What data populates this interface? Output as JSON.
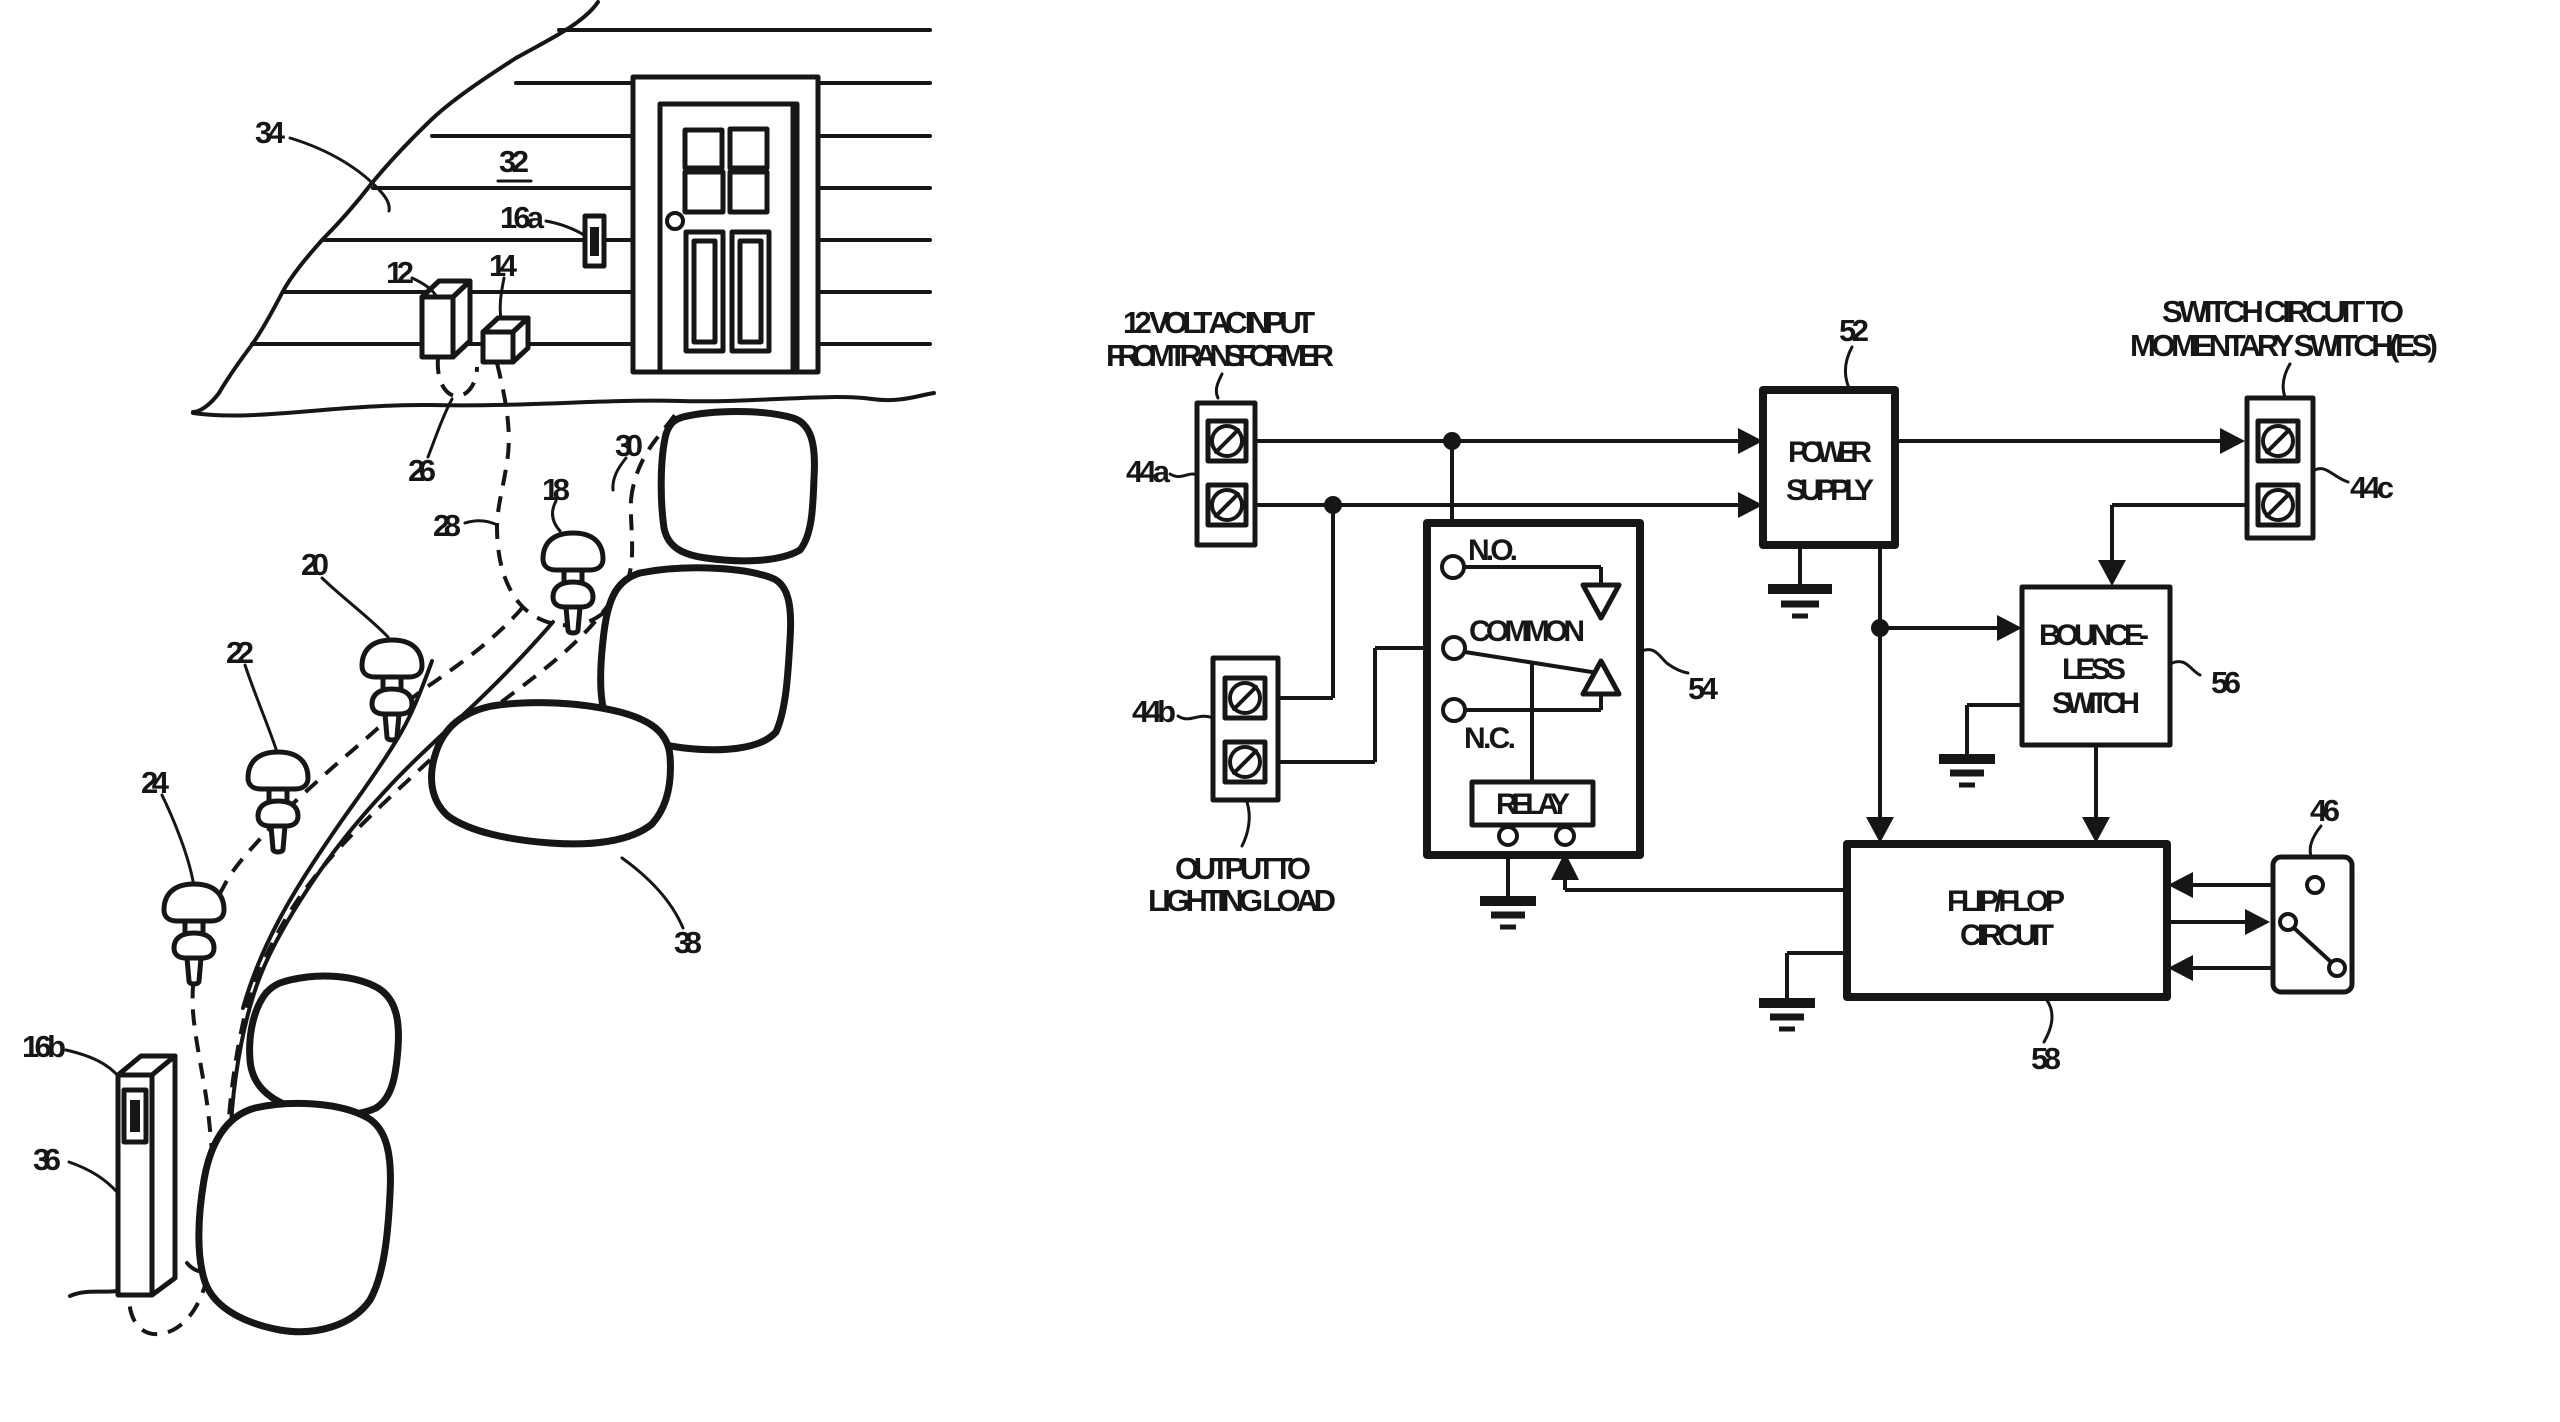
{
  "colors": {
    "ink": "#161616",
    "background": "#ffffff"
  },
  "left_figure": {
    "ref_labels": {
      "n34": "34",
      "n32": "32",
      "n16a": "16a",
      "n12": "12",
      "n14": "14",
      "n26": "26",
      "n28": "28",
      "n30": "30",
      "n18": "18",
      "n20": "20",
      "n22": "22",
      "n24": "24",
      "n16b": "16b",
      "n36": "36",
      "n38": "38"
    }
  },
  "right_figure": {
    "captions": {
      "ac_input_1": "12 VOLT AC INPUT",
      "ac_input_2": "FROM TRANSFORMER",
      "switch_circuit_1": "SWITCH CIRCUIT TO",
      "switch_circuit_2": "MOMENTARY SWITCH(ES)",
      "output_1": "OUTPUT TO",
      "output_2": "LIGHTING LOAD"
    },
    "blocks": {
      "power_supply_1": "POWER",
      "power_supply_2": "SUPPLY",
      "bounceless_1": "BOUNCE-",
      "bounceless_2": "LESS",
      "bounceless_3": "SWITCH",
      "flipflop_1": "FLIP/FLOP",
      "flipflop_2": "CIRCUIT",
      "relay": "RELAY"
    },
    "relay_terminals": {
      "no": "N.O.",
      "common": "COMMON",
      "nc": "N.C."
    },
    "ref_labels": {
      "n44a": "44a",
      "n44b": "44b",
      "n44c": "44c",
      "n46": "46",
      "n52": "52",
      "n54": "54",
      "n56": "56",
      "n58": "58"
    }
  }
}
